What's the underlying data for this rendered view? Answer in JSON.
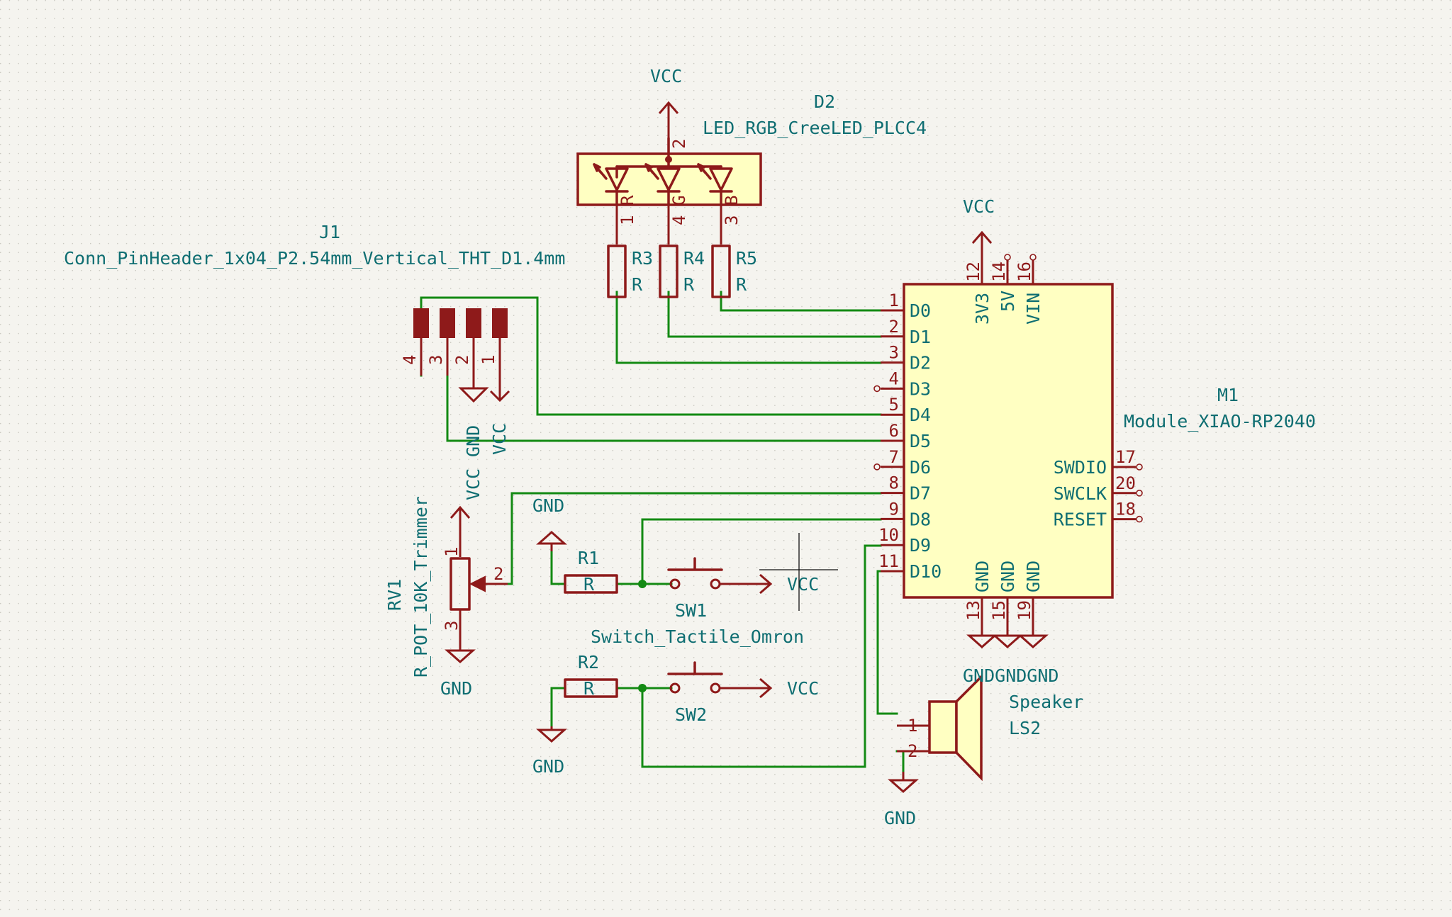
{
  "power_labels": {
    "vcc_d2": "VCC",
    "vcc_m1": "VCC",
    "gnd_sw1": "GND",
    "gnd_sw2": "GND",
    "vcc_sw1": "VCC",
    "vcc_sw2": "VCC",
    "gnd_rv1": "GND",
    "gnd_m1": "GNDGNDGND",
    "gnd_ls2": "GND"
  },
  "components": {
    "d2": {
      "ref": "D2",
      "value": "LED_RGB_CreeLED_PLCC4",
      "pins": [
        "2",
        "1",
        "4",
        "3"
      ],
      "colors": [
        "R",
        "G",
        "B"
      ]
    },
    "j1": {
      "ref": "J1",
      "value": "Conn_PinHeader_1x04_P2.54mm_Vertical_THT_D1.4mm",
      "pins": [
        "4",
        "3",
        "2",
        "1"
      ],
      "pin_names": [
        "VCC",
        "GND",
        "VCC"
      ]
    },
    "r3": {
      "ref": "R3",
      "value": "R"
    },
    "r4": {
      "ref": "R4",
      "value": "R"
    },
    "r5": {
      "ref": "R5",
      "value": "R"
    },
    "r1": {
      "ref": "R1",
      "value": "R"
    },
    "r2": {
      "ref": "R2",
      "value": "R"
    },
    "sw1": {
      "ref": "SW1",
      "value": "Switch_Tactile_Omron"
    },
    "sw2": {
      "ref": "SW2"
    },
    "rv1": {
      "ref": "RV1",
      "value": "R_POT_10K_Trimmer",
      "pins": [
        "1",
        "2",
        "3"
      ]
    },
    "ls2": {
      "ref": "LS2",
      "value": "Speaker",
      "pins": [
        "1",
        "2"
      ]
    },
    "m1": {
      "ref": "M1",
      "value": "Module_XIAO-RP2040",
      "left_pins": [
        {
          "num": "1",
          "name": "D0"
        },
        {
          "num": "2",
          "name": "D1"
        },
        {
          "num": "3",
          "name": "D2"
        },
        {
          "num": "4",
          "name": "D3"
        },
        {
          "num": "5",
          "name": "D4"
        },
        {
          "num": "6",
          "name": "D5"
        },
        {
          "num": "7",
          "name": "D6"
        },
        {
          "num": "8",
          "name": "D7"
        },
        {
          "num": "9",
          "name": "D8"
        },
        {
          "num": "10",
          "name": "D9"
        },
        {
          "num": "11",
          "name": "D10"
        }
      ],
      "right_pins": [
        {
          "num": "17",
          "name": "SWDIO"
        },
        {
          "num": "20",
          "name": "SWCLK"
        },
        {
          "num": "18",
          "name": "RESET"
        }
      ],
      "top_pins": [
        {
          "num": "12",
          "name": "3V3"
        },
        {
          "num": "14",
          "name": "5V"
        },
        {
          "num": "16",
          "name": "VIN"
        }
      ],
      "bottom_pins": [
        {
          "num": "13",
          "name": "GND"
        },
        {
          "num": "15",
          "name": "GND"
        },
        {
          "num": "19",
          "name": "GND"
        }
      ]
    }
  }
}
